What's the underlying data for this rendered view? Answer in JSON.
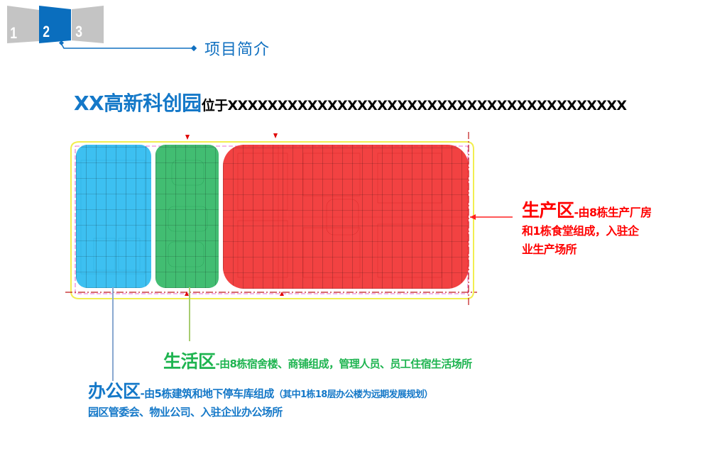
{
  "header": {
    "steps": [
      {
        "label": "1",
        "state": "inactive",
        "color": "#c0c0c0"
      },
      {
        "label": "2",
        "state": "active",
        "color": "#0a6ebe"
      },
      {
        "label": "3",
        "state": "inactive",
        "color": "#c0c0c0"
      }
    ],
    "section_title": "项目简介",
    "accent_color": "#1070c0"
  },
  "headline": {
    "brand": "XX高新科创园",
    "location_text": "位于XXXXXXXXXXXXXXXXXXXXXXXXXXXXXXXXXXXXXXXX"
  },
  "site_plan": {
    "zones": [
      {
        "id": "office",
        "color": "#28b9f0"
      },
      {
        "id": "living",
        "color": "#28b45f"
      },
      {
        "id": "production",
        "color": "#f02828"
      }
    ]
  },
  "callouts": {
    "production": {
      "title": "生产区",
      "line1": "-由8栋生产厂房",
      "line2": "和1栋食堂组成，入驻企",
      "line3": "业生产场所",
      "color": "#ff0000"
    },
    "living": {
      "title": "生活区",
      "desc": "-由8栋宿舍楼、商铺组成，管理人员、员工住宿生活场所",
      "color": "#1eb450"
    },
    "office": {
      "title": "办公区",
      "desc": "-由5栋建筑和地下停车库组成",
      "note": "（其中1栋18层办公楼为远期发展规划）",
      "line2": "园区管委会、物业公司、入驻企业办公场所",
      "color": "#1478c8"
    }
  }
}
